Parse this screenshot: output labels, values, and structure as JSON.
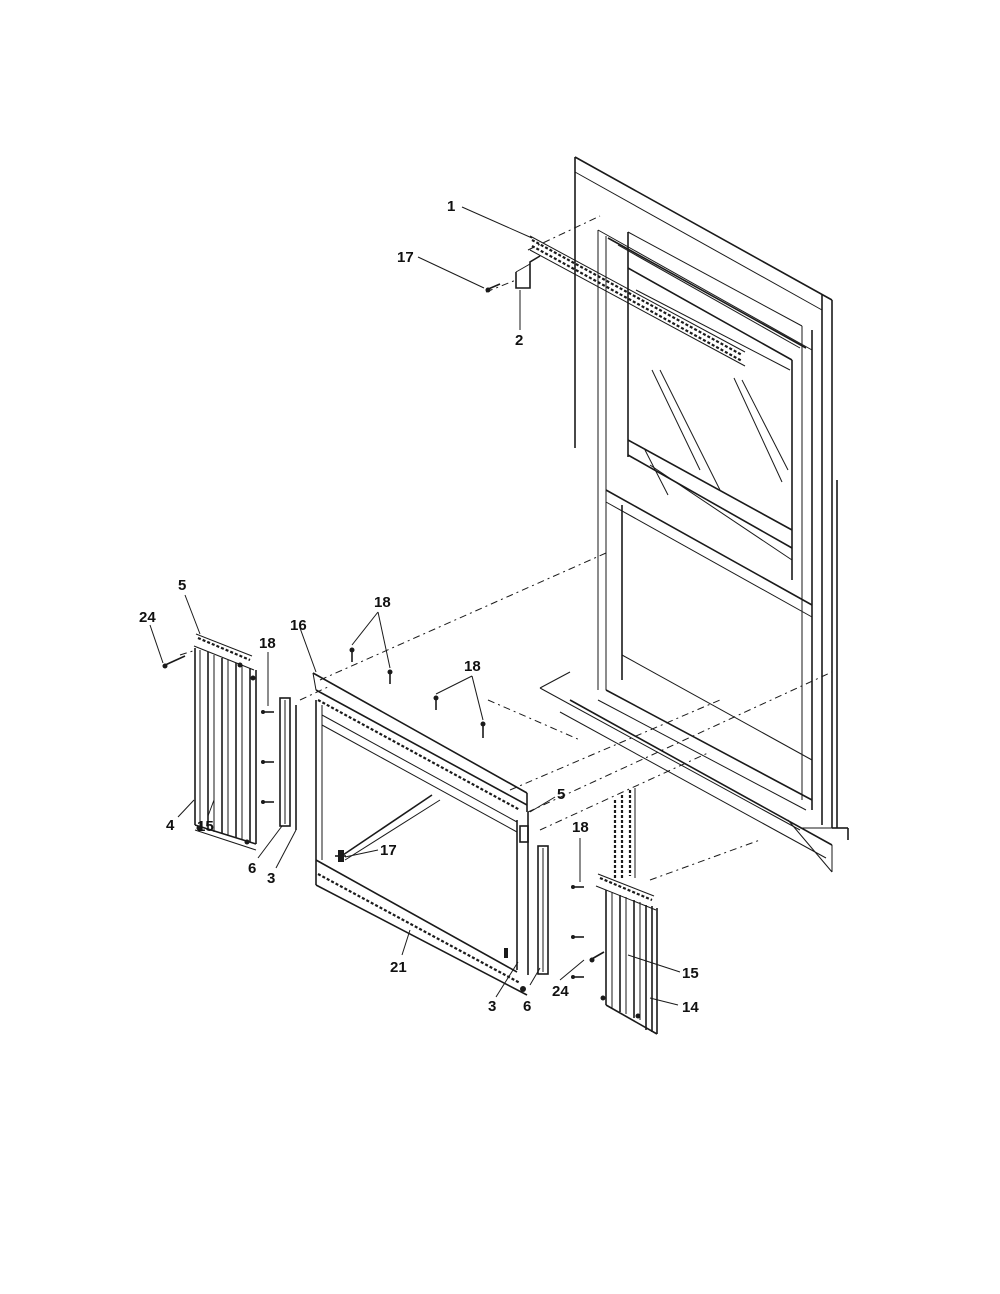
{
  "callouts": [
    {
      "id": "c1",
      "text": "1"
    },
    {
      "id": "c17a",
      "text": "17"
    },
    {
      "id": "c2",
      "text": "2"
    },
    {
      "id": "c5a",
      "text": "5"
    },
    {
      "id": "c24a",
      "text": "24"
    },
    {
      "id": "c18a",
      "text": "18"
    },
    {
      "id": "c16",
      "text": "16"
    },
    {
      "id": "c18b",
      "text": "18"
    },
    {
      "id": "c18c",
      "text": "18"
    },
    {
      "id": "c4",
      "text": "4"
    },
    {
      "id": "c15a",
      "text": "15"
    },
    {
      "id": "c6a",
      "text": "6"
    },
    {
      "id": "c3a",
      "text": "3"
    },
    {
      "id": "c5b",
      "text": "5"
    },
    {
      "id": "c17b",
      "text": "17"
    },
    {
      "id": "c18d",
      "text": "18"
    },
    {
      "id": "c21",
      "text": "21"
    },
    {
      "id": "c3b",
      "text": "3"
    },
    {
      "id": "c6b",
      "text": "6"
    },
    {
      "id": "c24b",
      "text": "24"
    },
    {
      "id": "c15b",
      "text": "15"
    },
    {
      "id": "c14",
      "text": "14"
    }
  ]
}
